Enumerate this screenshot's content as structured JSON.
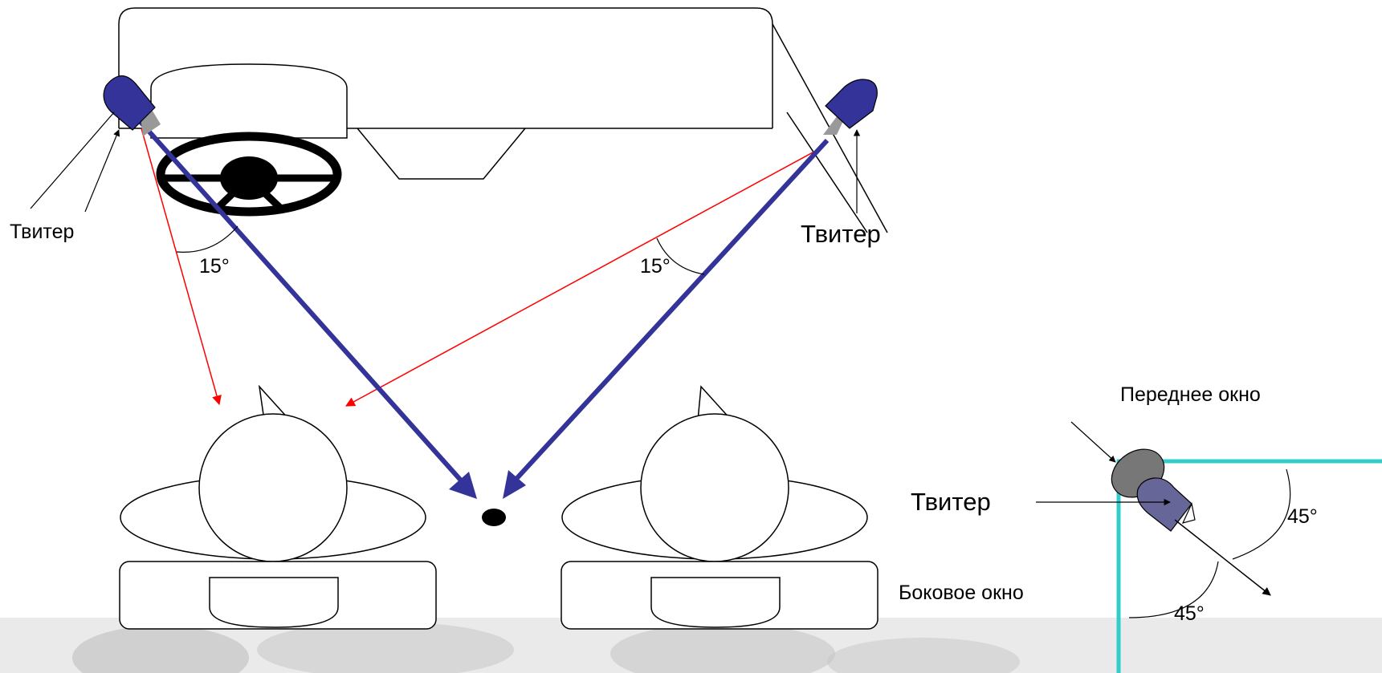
{
  "labels": {
    "tweeter_left": "Твитер",
    "tweeter_right": "Твитер",
    "tweeter_detail": "Твитер",
    "angle_left": "15°",
    "angle_right": "15°",
    "front_window": "Переднее окно",
    "side_window": "Боковое окно",
    "angle_45_top": "45°",
    "angle_45_bottom": "45°"
  },
  "colors": {
    "tweeter_blue": "#333399",
    "tweeter_detail_blue": "#666699",
    "mount_gray": "#777777",
    "beam_blue": "#333399",
    "red_line": "#ff0000",
    "window_cyan": "#33cccc",
    "background_texture": "#c8c8c8"
  }
}
